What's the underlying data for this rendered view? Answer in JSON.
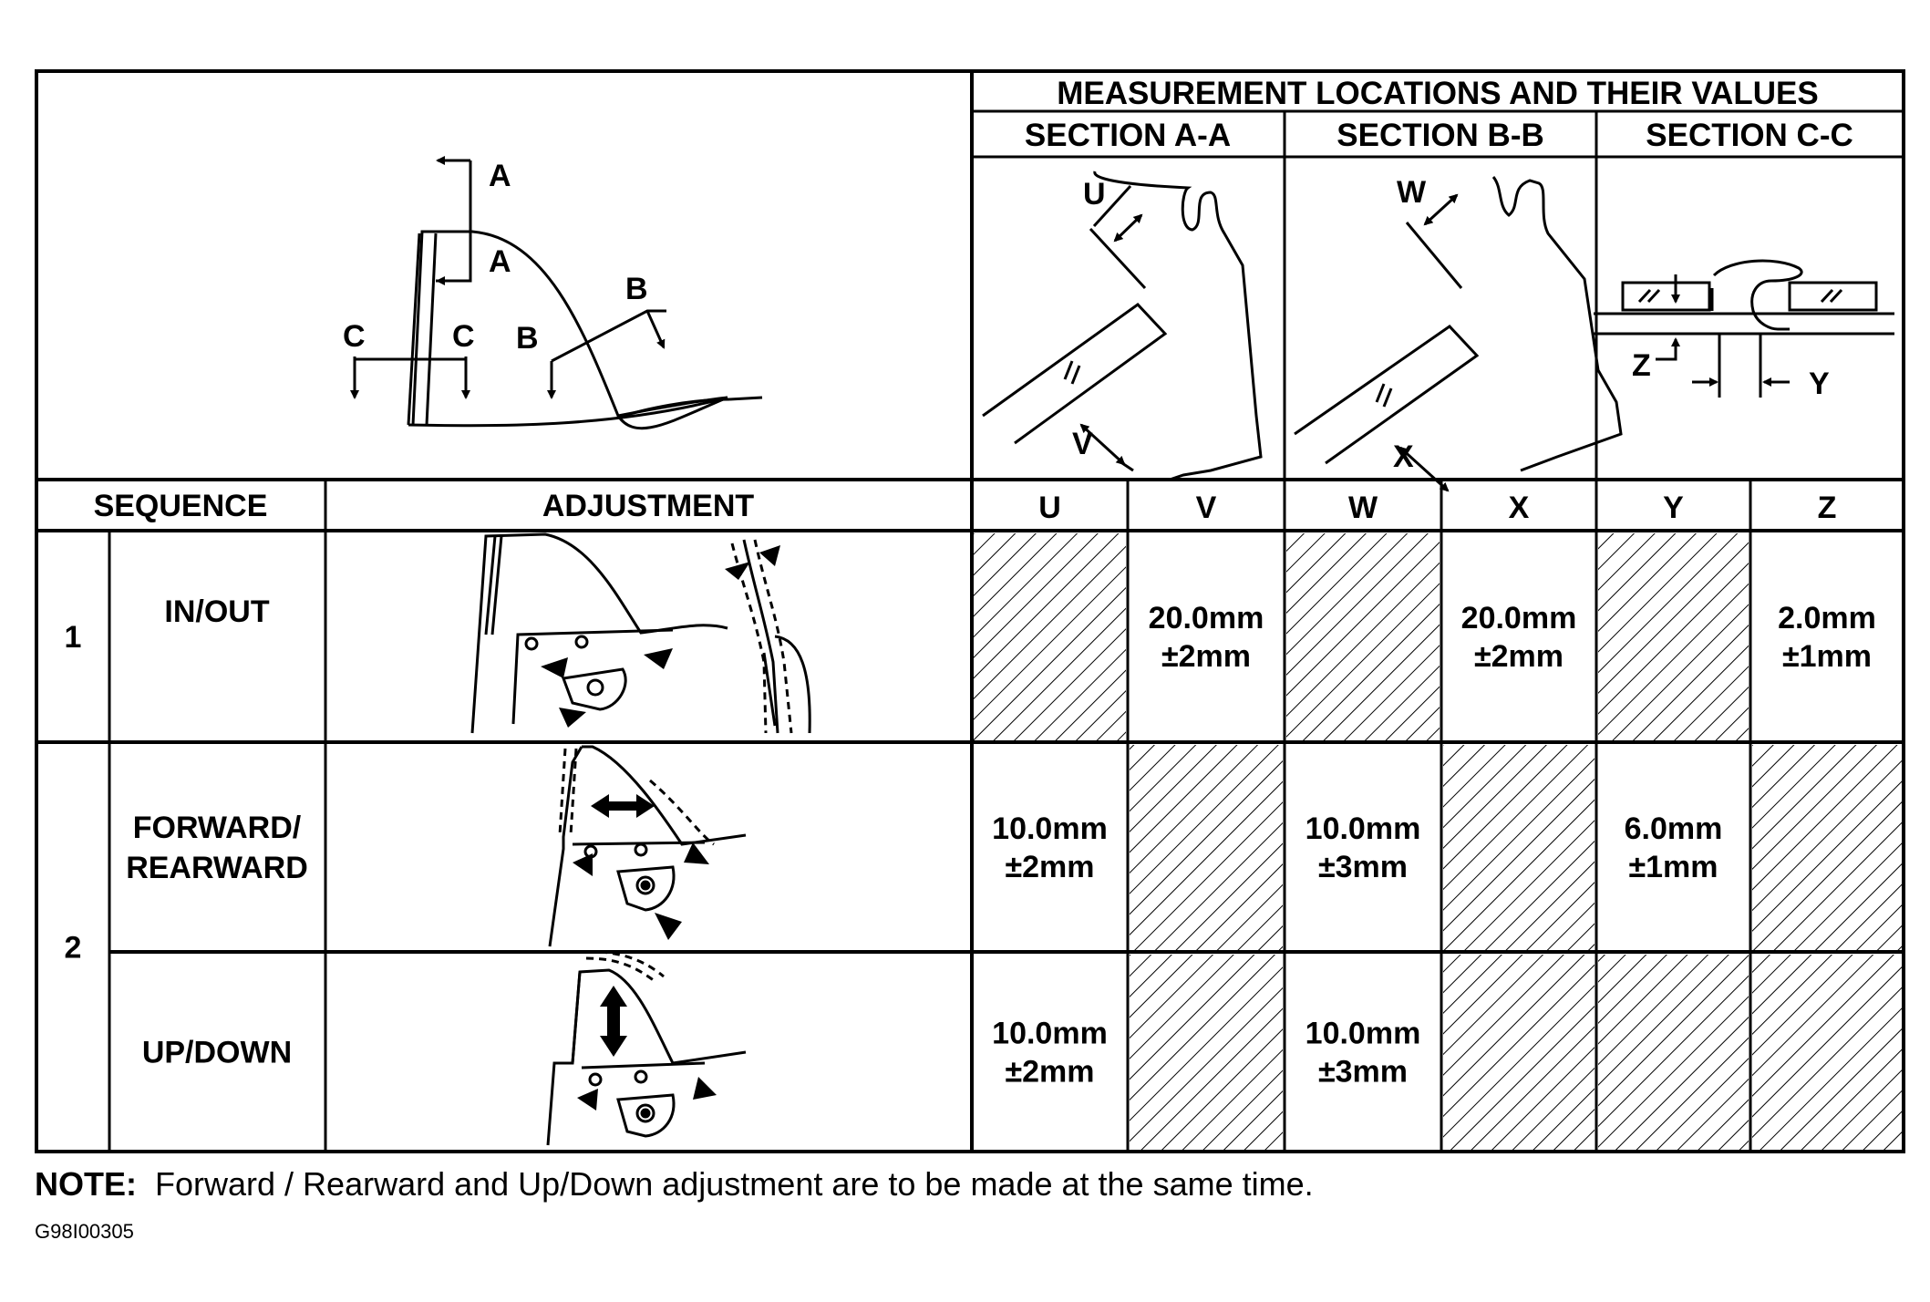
{
  "header": {
    "title": "MEASUREMENT LOCATIONS AND THEIR VALUES",
    "sections": [
      "SECTION A-A",
      "SECTION B-B",
      "SECTION C-C"
    ]
  },
  "overview_labels": {
    "a_top": "A",
    "a_bottom": "A",
    "b_right": "B",
    "b_left": "B",
    "c_left": "C",
    "c_right": "C"
  },
  "section_labels": {
    "u": "U",
    "v": "V",
    "w": "W",
    "x": "X",
    "y": "Y",
    "z": "Z"
  },
  "table": {
    "col_sequence": "SEQUENCE",
    "col_adjustment": "ADJUSTMENT",
    "measure_cols": [
      "U",
      "V",
      "W",
      "X",
      "Y",
      "Z"
    ],
    "rows": [
      {
        "seq": "1",
        "name": [
          "IN/OUT"
        ],
        "cells": [
          null,
          [
            "20.0mm",
            "±2mm"
          ],
          null,
          [
            "20.0mm",
            "±2mm"
          ],
          null,
          [
            "2.0mm",
            "±1mm"
          ]
        ]
      },
      {
        "seq": "2",
        "name": [
          "FORWARD/",
          "REARWARD"
        ],
        "cells": [
          [
            "10.0mm",
            "±2mm"
          ],
          null,
          [
            "10.0mm",
            "±3mm"
          ],
          null,
          [
            "6.0mm",
            "±1mm"
          ],
          null
        ]
      },
      {
        "seq": "",
        "name": [
          "UP/DOWN"
        ],
        "cells": [
          [
            "10.0mm",
            "±2mm"
          ],
          null,
          [
            "10.0mm",
            "±3mm"
          ],
          null,
          null,
          null
        ]
      }
    ]
  },
  "note": {
    "label": "NOTE:",
    "text": "Forward / Rearward and Up/Down adjustment are to be made at the same time."
  },
  "figure_code": "G98I00305"
}
